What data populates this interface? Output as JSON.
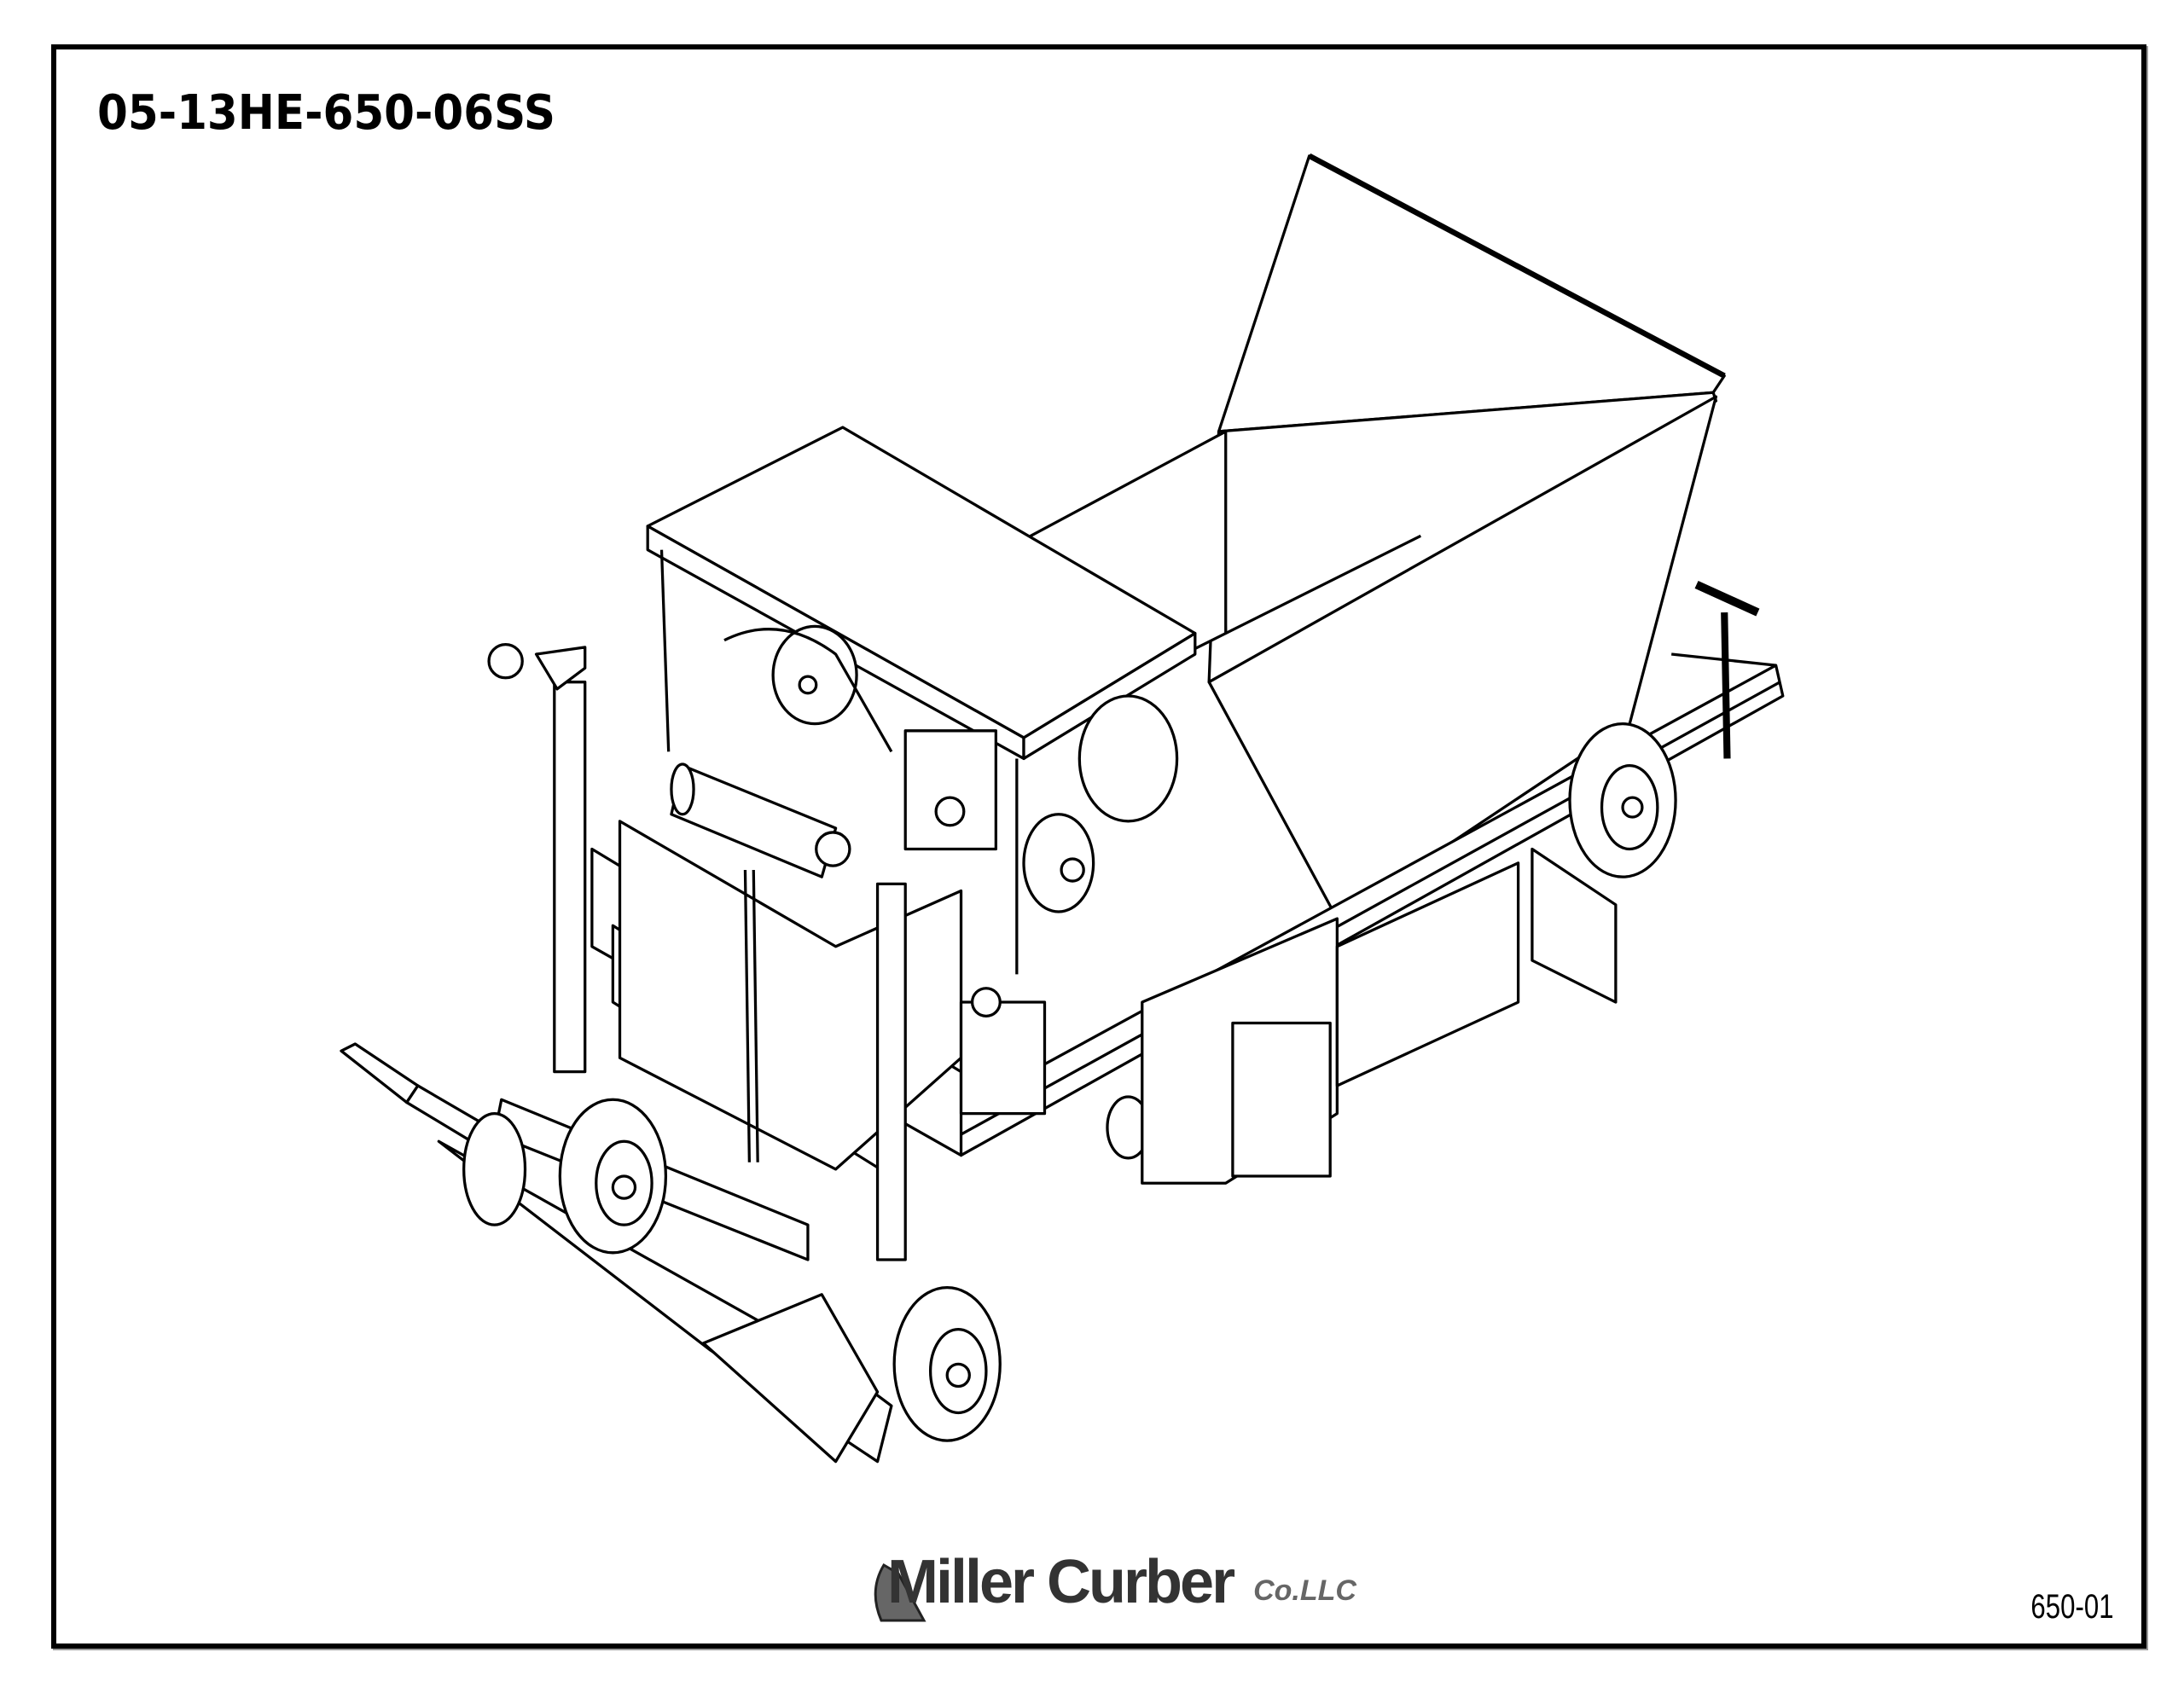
{
  "document": {
    "title": "05-13HE-650-06SS",
    "page_number": "650-01"
  },
  "logo": {
    "name": "Miller Curber",
    "suffix": "Co.LLC"
  },
  "colors": {
    "ink": "#000000",
    "logo_gray": "#555555"
  }
}
